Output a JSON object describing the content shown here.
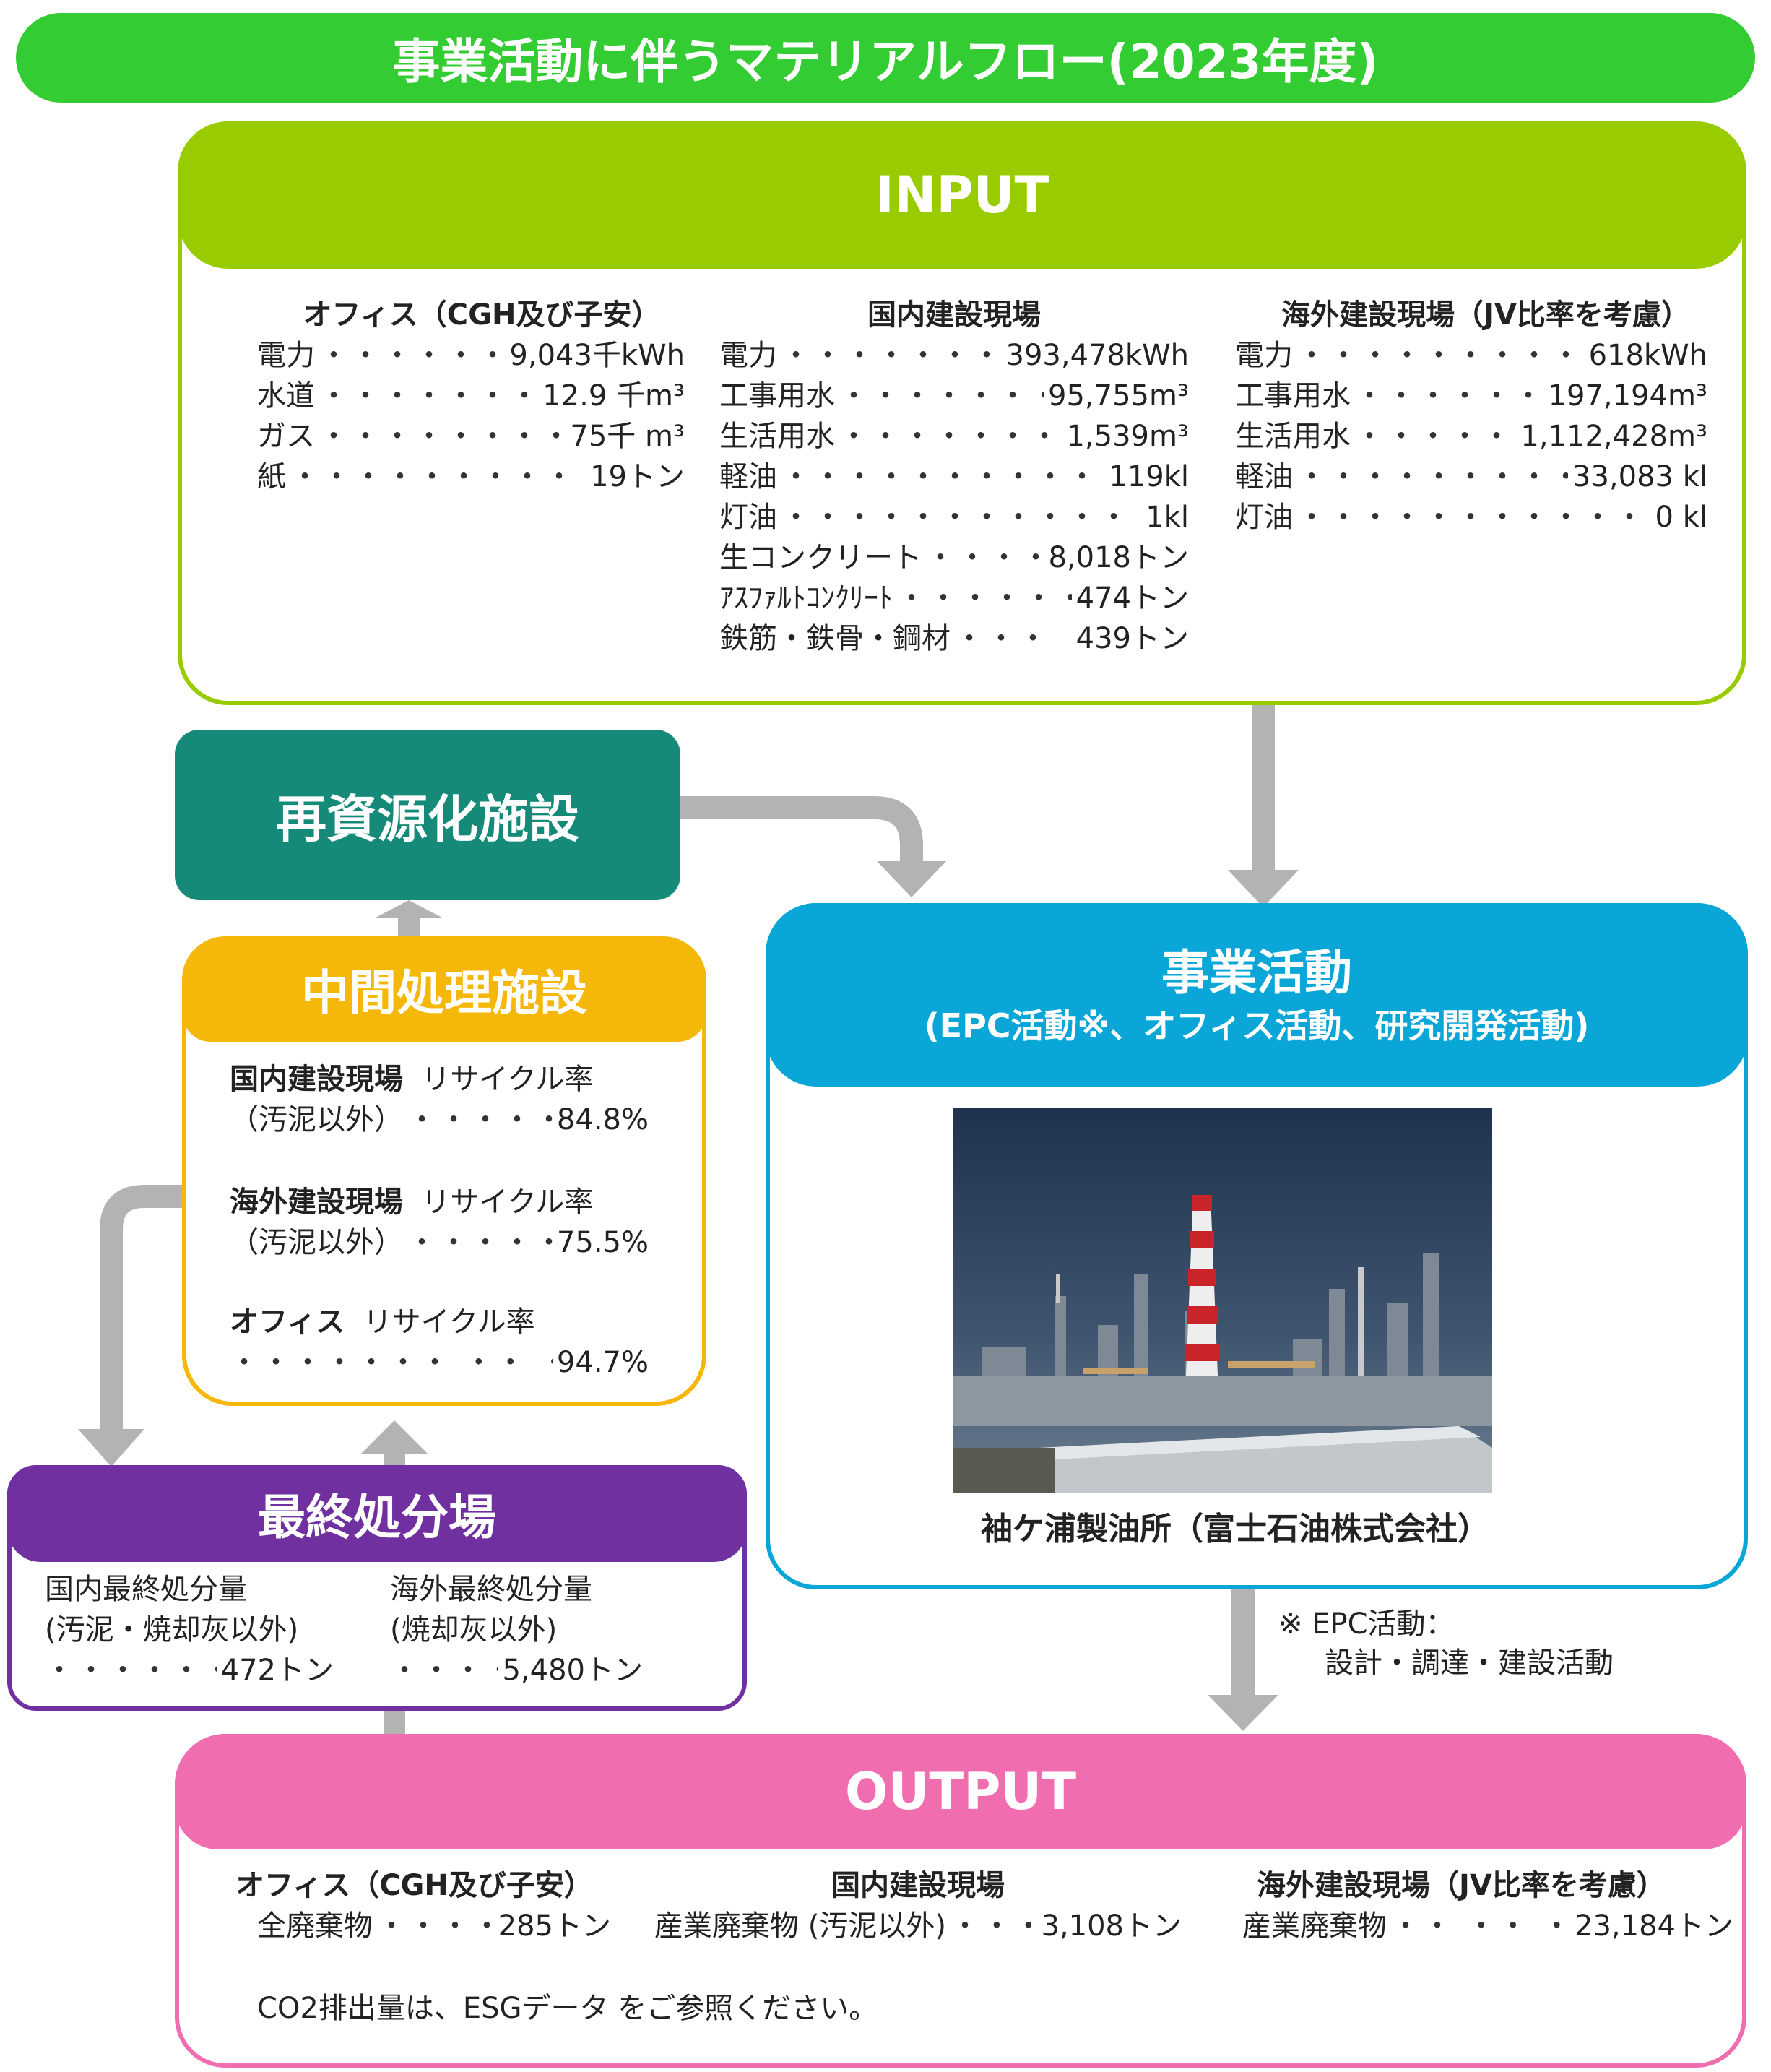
{
  "title": "事業活動に伴うマテリアルフロー(2023年度)",
  "input": {
    "header": "INPUT",
    "office": {
      "title": "オフィス（CGH及び子安）",
      "rows": [
        {
          "label": "電力",
          "value": "9,043千kWh"
        },
        {
          "label": "水道",
          "value": "12.9 千m³"
        },
        {
          "label": "ガス",
          "value": "75千 m³"
        },
        {
          "label": "紙",
          "value": "19トン"
        }
      ]
    },
    "domestic": {
      "title": "国内建設現場",
      "rows": [
        {
          "label": "電力",
          "value": "393,478kWh"
        },
        {
          "label": "工事用水",
          "value": "95,755m³"
        },
        {
          "label": "生活用水",
          "value": "1,539m³"
        },
        {
          "label": "軽油",
          "value": "119kl"
        },
        {
          "label": "灯油",
          "value": "1kl"
        },
        {
          "label": "生コンクリート",
          "value": "8,018トン"
        },
        {
          "label": "ｱｽﾌｧﾙﾄｺﾝｸﾘｰﾄ",
          "value": "474トン"
        },
        {
          "label": "鉄筋・鉄骨・鋼材",
          "value": "439トン"
        }
      ]
    },
    "overseas": {
      "title": "海外建設現場（JV比率を考慮）",
      "rows": [
        {
          "label": "電力",
          "value": "618kWh"
        },
        {
          "label": "工事用水",
          "value": "197,194m³"
        },
        {
          "label": "生活用水",
          "value": "1,112,428m³"
        },
        {
          "label": "軽油",
          "value": "33,083 kl"
        },
        {
          "label": "灯油",
          "value": "0 kl"
        }
      ]
    }
  },
  "recycle": {
    "label": "再資源化施設"
  },
  "business": {
    "title": "事業活動",
    "subtitle": "(EPC活動※、オフィス活動、研究開発活動)",
    "photo_caption": "袖ケ浦製油所（富士石油株式会社）",
    "note_line1": "※  EPC活動：",
    "note_line2": "設計・調達・建設活動"
  },
  "intermediate": {
    "title": "中間処理施設",
    "items": [
      {
        "site": "国内建設現場",
        "label": "リサイクル率",
        "sub": "（汚泥以外）",
        "dots": "・・・・・・・・・",
        "value": "84.8%"
      },
      {
        "site": "海外建設現場",
        "label": "リサイクル率",
        "sub": "（汚泥以外）",
        "dots": "・・・・・・・・・",
        "value": "75.5%"
      },
      {
        "site": "オフィス",
        "label": "リサイクル率",
        "sub": "",
        "dots": "・・・・・・・ ・・ ・・ ・・ ・・・ ・",
        "value": "94.7%"
      }
    ]
  },
  "final": {
    "title": "最終処分場",
    "domestic_title": "国内最終処分量",
    "domestic_sub": "(汚泥・焼却灰以外)",
    "domestic_dots": "・・・・・・・・・・",
    "domestic_value": "472トン",
    "overseas_title": "海外最終処分量",
    "overseas_sub": "(焼却灰以外)",
    "overseas_dots": "・・・・・・・",
    "overseas_value": "5,480トン"
  },
  "output": {
    "header": "OUTPUT",
    "office_title": "オフィス（CGH及び子安）",
    "office_row": {
      "label": "全廃棄物",
      "dots": "・・・・・・",
      "value": "285トン"
    },
    "domestic_title": "国内建設現場",
    "domestic_row": {
      "label": "産業廃棄物 (汚泥以外)",
      "dots": "・・・・",
      "value": "3,108トン"
    },
    "overseas_title": "海外建設現場（JV比率を考慮）",
    "overseas_row": {
      "label": "産業廃棄物",
      "dots": "・・ ・・ ・・ ・・・",
      "value": "23,184トン"
    },
    "co2_note": "CO2排出量は、ESGデータ をご参照ください。"
  },
  "colors": {
    "title": "#33cc33",
    "input": "#99cc00",
    "business": "#0aa6d8",
    "recycle": "#168a78",
    "intermediate": "#f5b80a",
    "final": "#7030a0",
    "output": "#f06eb0",
    "arrow": "#b3b3b3"
  }
}
